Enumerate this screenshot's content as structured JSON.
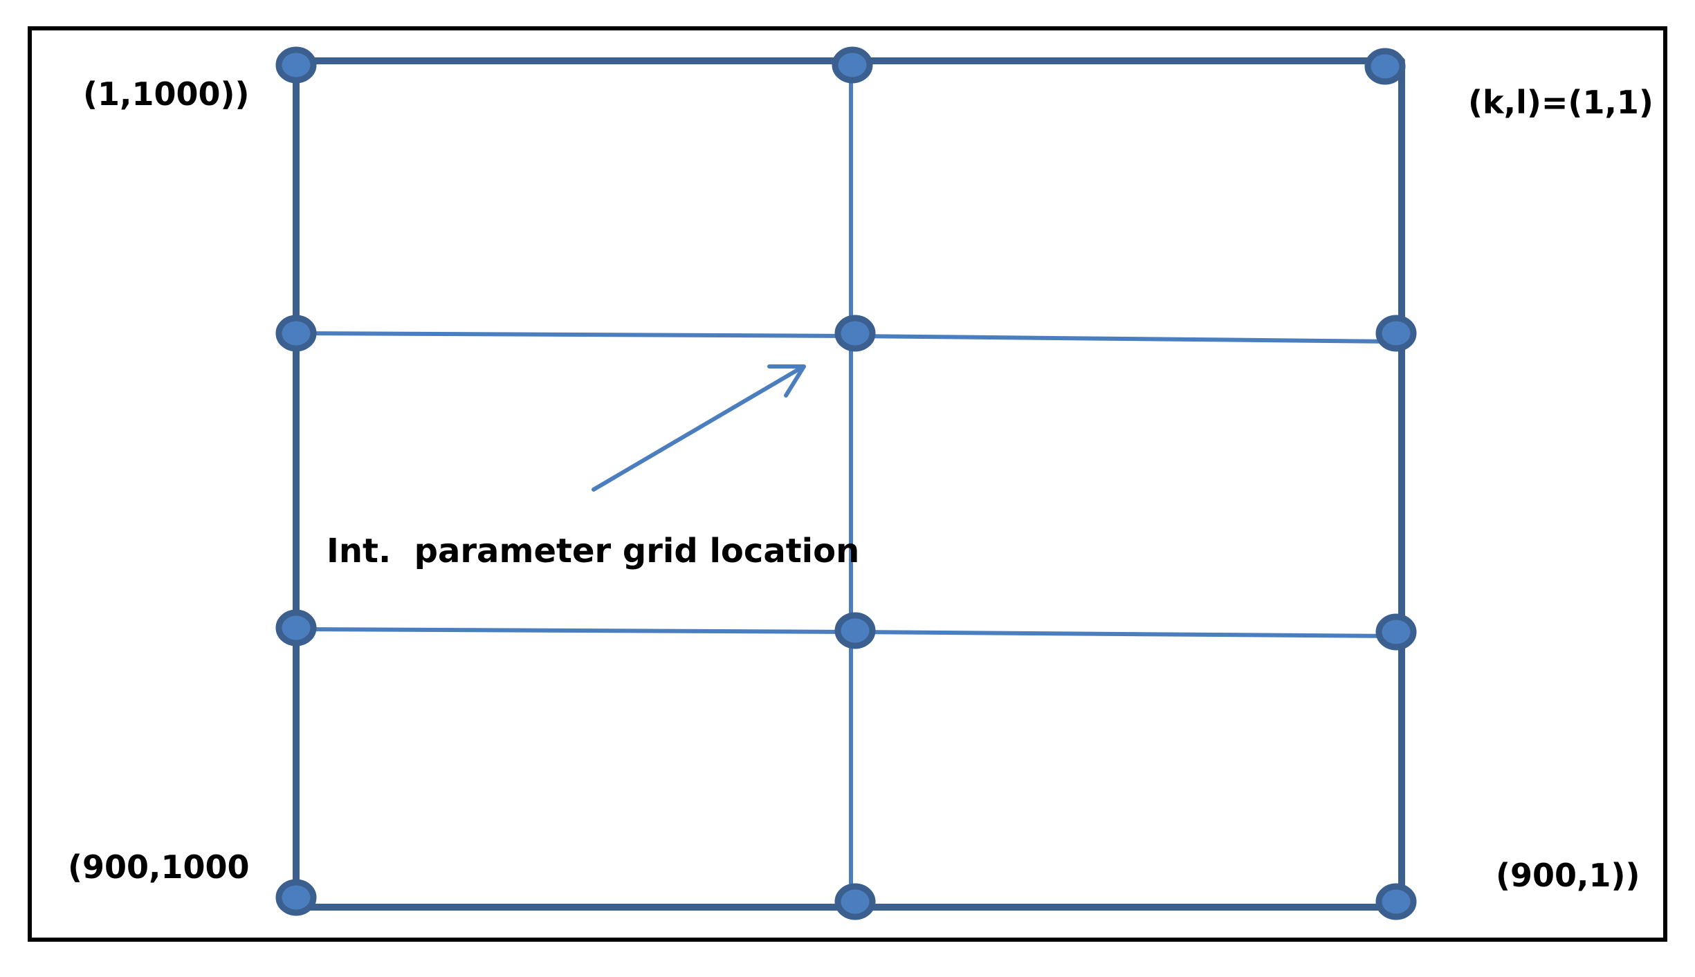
{
  "labels": {
    "top_left": "(1,1000))",
    "top_right": "(k,l)=(1,1)",
    "bottom_left": "(900,1000",
    "bottom_right": "(900,1))",
    "annotation": "Int.  parameter grid location"
  },
  "colors": {
    "frame": "#000000",
    "outer_line": "#3b5f8e",
    "inner_line": "#4a7ebf",
    "node_fill": "#4a7ebf",
    "node_stroke": "#3b5f8e",
    "text": "#000000"
  }
}
